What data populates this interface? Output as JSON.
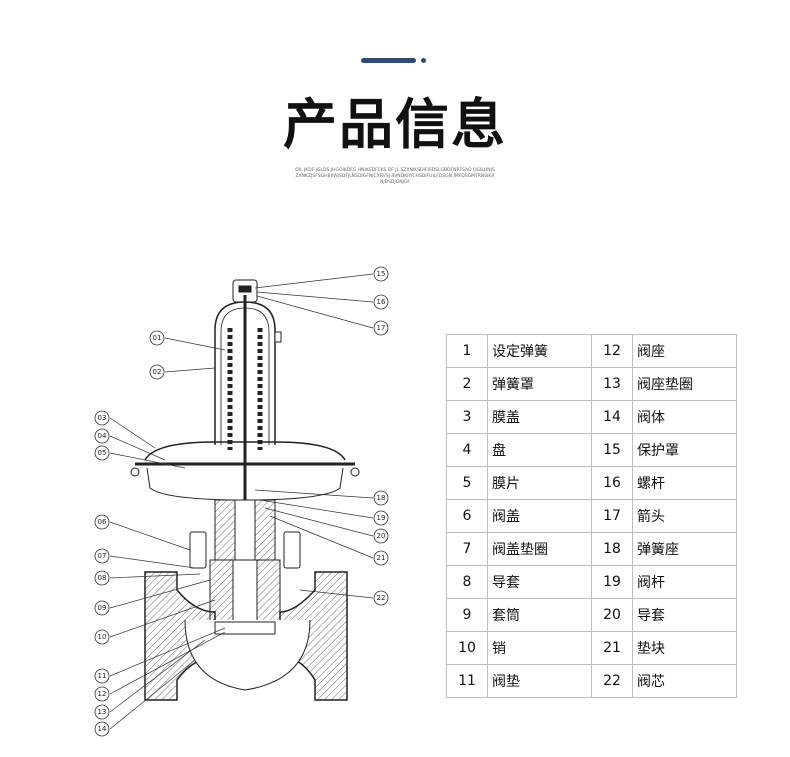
{
  "header": {
    "title": "产品信息",
    "subtitle": "OIL JKDF JGLDS JHGOIKDFG HNIKSDFEKS DF JL SZXNIKSDIFISDSLGBDFNRFSAD OGILHNJSZXNKZJSFSGHBIIWJSDFJLNSDIGFNICXRVSJ RVNDKRYCHSDIFUILFDSGN JMFDSGMTRNSIKRNJDSDJGNJGF"
  },
  "colors": {
    "accent": "#2f4a78",
    "table_border": "#bdbdbd"
  },
  "diagram": {
    "callouts": [
      "01",
      "02",
      "03",
      "04",
      "05",
      "06",
      "07",
      "08",
      "09",
      "10",
      "11",
      "12",
      "13",
      "14",
      "15",
      "16",
      "17",
      "18",
      "19",
      "20",
      "21",
      "22"
    ]
  },
  "parts_table": {
    "left": [
      {
        "num": "1",
        "name": "设定弹簧"
      },
      {
        "num": "2",
        "name": "弹簧罩"
      },
      {
        "num": "3",
        "name": "膜盖"
      },
      {
        "num": "4",
        "name": "盘"
      },
      {
        "num": "5",
        "name": "膜片"
      },
      {
        "num": "6",
        "name": "阀盖"
      },
      {
        "num": "7",
        "name": "阀盖垫圈"
      },
      {
        "num": "8",
        "name": "导套"
      },
      {
        "num": "9",
        "name": "套筒"
      },
      {
        "num": "10",
        "name": "销"
      },
      {
        "num": "11",
        "name": "阀垫"
      }
    ],
    "right": [
      {
        "num": "12",
        "name": "阀座"
      },
      {
        "num": "13",
        "name": "阀座垫圈"
      },
      {
        "num": "14",
        "name": "阀体"
      },
      {
        "num": "15",
        "name": "保护罩"
      },
      {
        "num": "16",
        "name": "螺杆"
      },
      {
        "num": "17",
        "name": "箭头"
      },
      {
        "num": "18",
        "name": "弹簧座"
      },
      {
        "num": "19",
        "name": "阀杆"
      },
      {
        "num": "20",
        "name": "导套"
      },
      {
        "num": "21",
        "name": "垫块"
      },
      {
        "num": "22",
        "name": "阀芯"
      }
    ]
  }
}
